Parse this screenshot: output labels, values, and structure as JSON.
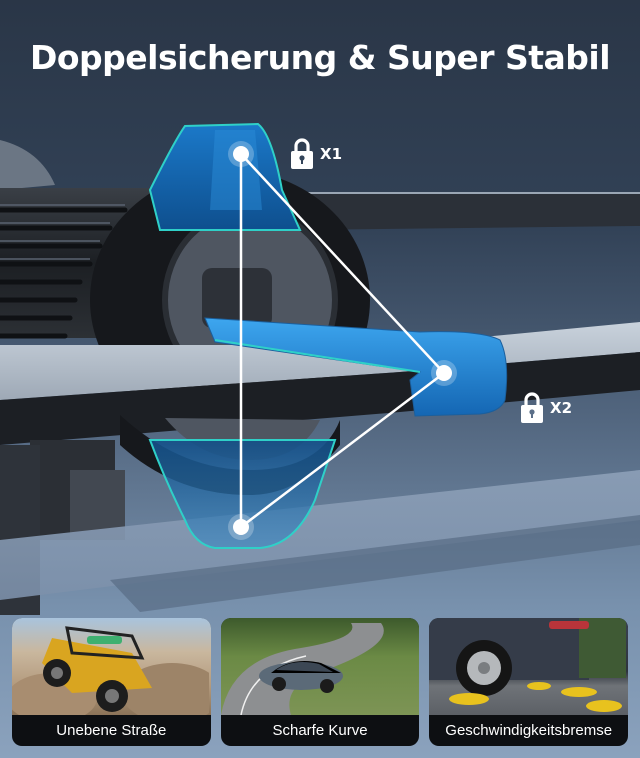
{
  "header": {
    "title": "Doppelsicherung & Super Stabil"
  },
  "locks": [
    {
      "icon": "padlock-icon",
      "label": "X1"
    },
    {
      "icon": "padlock-icon",
      "label": "X2"
    }
  ],
  "scenarios": [
    {
      "image": "offroad-jeep-on-rocks",
      "caption": "Unebene Straße"
    },
    {
      "image": "car-on-curved-road",
      "caption": "Scharfe Kurve"
    },
    {
      "image": "car-over-speed-bump",
      "caption": "Geschwindigkeitsbremse"
    }
  ],
  "colors": {
    "background_top": "#2a3647",
    "background_bottom": "#8ba2bd",
    "accent_blue": "#1f8fd6",
    "accent_cyan": "#2fd0c8",
    "caption_bg": "#0d0f12",
    "text": "#ffffff"
  }
}
